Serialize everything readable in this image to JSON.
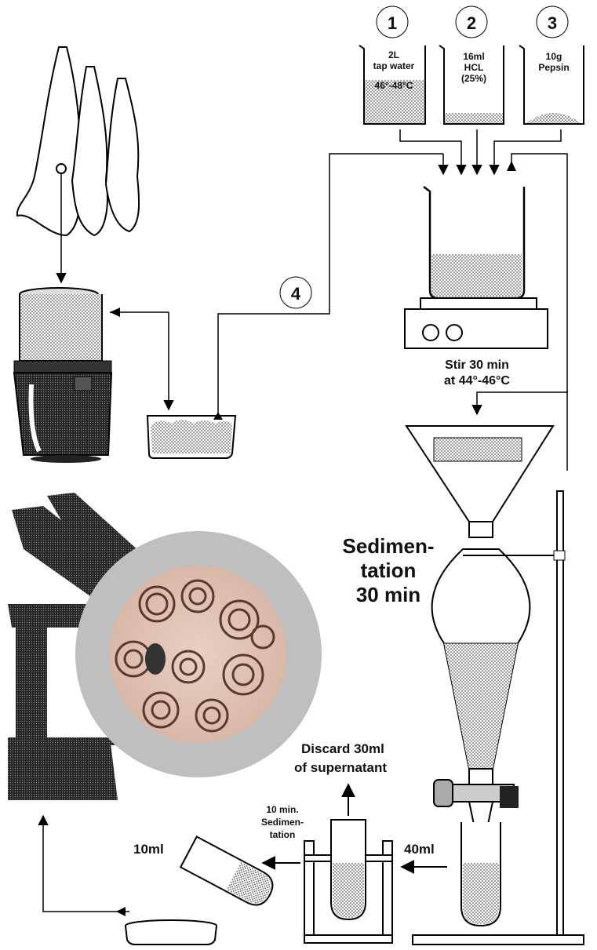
{
  "steps": {
    "one": "1",
    "two": "2",
    "three": "3",
    "four": "4"
  },
  "beakers": {
    "water_line1": "2L",
    "water_line2": "tap water",
    "water_temp": "46°-48°C",
    "hcl_line1": "16ml",
    "hcl_line2": "HCL",
    "hcl_line3": "(25%)",
    "pepsin_line1": "10g",
    "pepsin_line2": "Pepsin"
  },
  "stir": {
    "line1": "Stir 30 min",
    "line2": "at 44°-46°C"
  },
  "sedimentation": {
    "line1": "Sedimen-",
    "line2": "tation",
    "line3": "30 min"
  },
  "discard": {
    "line1": "Discard 30ml",
    "line2": "of supernatant"
  },
  "small_sed": {
    "line1": "10 min.",
    "line2": "Sedimen-",
    "line3": "tation"
  },
  "volumes": {
    "forty": "40ml",
    "ten": "10ml"
  }
}
